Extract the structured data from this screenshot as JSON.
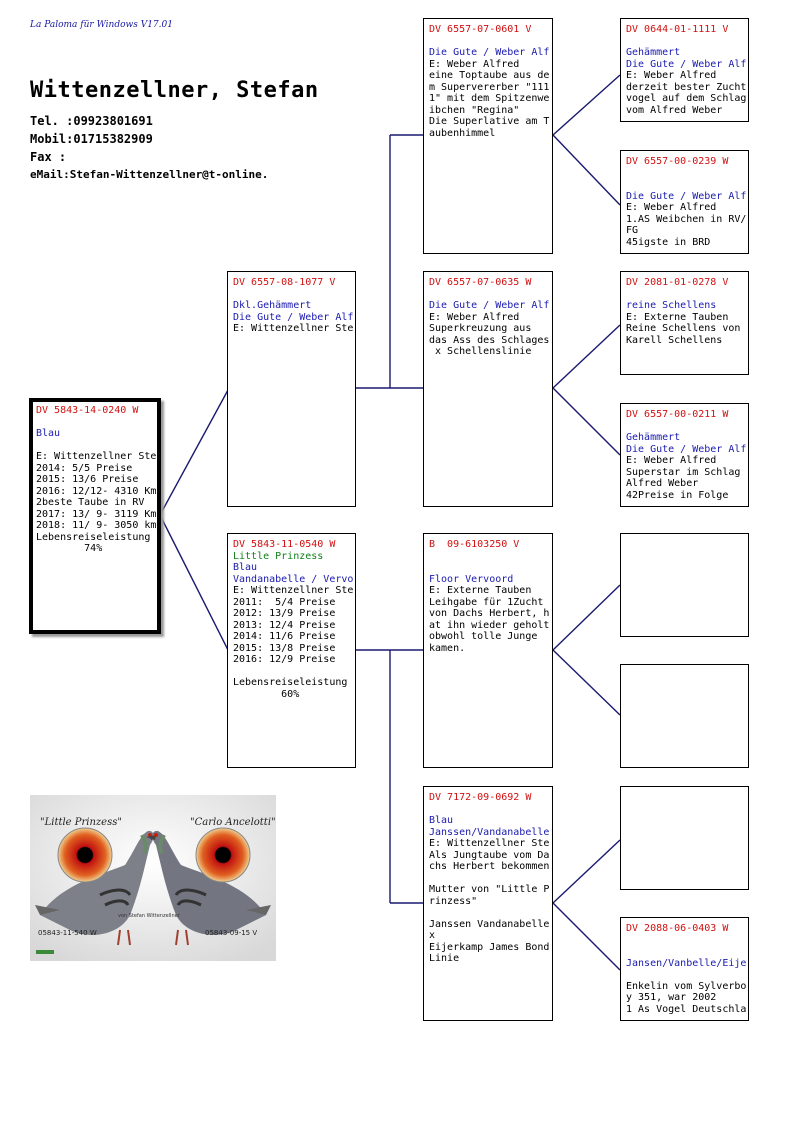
{
  "header": {
    "software": "La Paloma für Windows V17.01",
    "owner": "Wittenzellner, Stefan",
    "tel": "Tel. :09923801691",
    "mobil": "Mobil:01715382909",
    "fax": "Fax  :",
    "email": "eMail:Stefan-Wittenzellner@t-online."
  },
  "pedigree": {
    "subject": [
      {
        "t": "DV 5843-14-0240 W",
        "c": "ring"
      },
      {
        "t": ""
      },
      {
        "t": "Blau",
        "c": "blue"
      },
      {
        "t": ""
      },
      {
        "t": "E: Wittenzellner Ste"
      },
      {
        "t": "2014: 5/5 Preise"
      },
      {
        "t": "2015: 13/6 Preise"
      },
      {
        "t": "2016: 12/12- 4310 Km"
      },
      {
        "t": "2beste Taube in RV"
      },
      {
        "t": "2017: 13/ 9- 3119 Km"
      },
      {
        "t": "2018: 11/ 9- 3050 km"
      },
      {
        "t": "Lebensreiseleistung"
      },
      {
        "t": "        74%"
      }
    ],
    "sire": [
      {
        "t": "DV 6557-08-1077 V",
        "c": "ring"
      },
      {
        "t": ""
      },
      {
        "t": "Dkl.Gehämmert",
        "c": "blue"
      },
      {
        "t": "Die Gute / Weber Alf",
        "c": "blue"
      },
      {
        "t": "E: Wittenzellner Ste"
      }
    ],
    "dam": [
      {
        "t": "DV 5843-11-0540 W",
        "c": "ring"
      },
      {
        "t": "Little Prinzess",
        "c": "green"
      },
      {
        "t": "Blau",
        "c": "blue"
      },
      {
        "t": "Vandanabelle / Vervo",
        "c": "blue"
      },
      {
        "t": "E: Wittenzellner Ste"
      },
      {
        "t": "2011:  5/4 Preise"
      },
      {
        "t": "2012: 13/9 Preise"
      },
      {
        "t": "2013: 12/4 Preise"
      },
      {
        "t": "2014: 11/6 Preise"
      },
      {
        "t": "2015: 13/8 Preise"
      },
      {
        "t": "2016: 12/9 Preise"
      },
      {
        "t": ""
      },
      {
        "t": "Lebensreiseleistung"
      },
      {
        "t": "        60%"
      }
    ],
    "ss": [
      {
        "t": "DV 6557-07-0601 V",
        "c": "ring"
      },
      {
        "t": ""
      },
      {
        "t": "Die Gute / Weber Alf",
        "c": "blue"
      },
      {
        "t": "E: Weber Alfred"
      },
      {
        "t": "eine Toptaube aus de"
      },
      {
        "t": "m Supervererber \"111"
      },
      {
        "t": "1\" mit dem Spitzenwe"
      },
      {
        "t": "ibchen \"Regina\""
      },
      {
        "t": "Die Superlative am T"
      },
      {
        "t": "aubenhimmel"
      }
    ],
    "sd": [
      {
        "t": "DV 6557-07-0635 W",
        "c": "ring"
      },
      {
        "t": ""
      },
      {
        "t": "Die Gute / Weber Alf",
        "c": "blue"
      },
      {
        "t": "E: Weber Alfred"
      },
      {
        "t": "Superkreuzung aus"
      },
      {
        "t": "das Ass des Schlages"
      },
      {
        "t": " x Schellenslinie"
      }
    ],
    "ds": [
      {
        "t": "B  09-6103250 V",
        "c": "ring"
      },
      {
        "t": ""
      },
      {
        "t": ""
      },
      {
        "t": "Floor Vervoord",
        "c": "blue"
      },
      {
        "t": "E: Externe Tauben"
      },
      {
        "t": "Leihgabe für 1Zucht"
      },
      {
        "t": "von Dachs Herbert, h"
      },
      {
        "t": "at ihn wieder geholt"
      },
      {
        "t": "obwohl tolle Junge"
      },
      {
        "t": "kamen."
      }
    ],
    "dd": [
      {
        "t": "DV 7172-09-0692 W",
        "c": "ring"
      },
      {
        "t": ""
      },
      {
        "t": "Blau",
        "c": "blue"
      },
      {
        "t": "Janssen/Vandanabelle",
        "c": "blue"
      },
      {
        "t": "E: Wittenzellner Ste"
      },
      {
        "t": "Als Jungtaube vom Da"
      },
      {
        "t": "chs Herbert bekommen"
      },
      {
        "t": ""
      },
      {
        "t": "Mutter von \"Little P"
      },
      {
        "t": "rinzess\""
      },
      {
        "t": ""
      },
      {
        "t": "Janssen Vandanabelle"
      },
      {
        "t": "x"
      },
      {
        "t": "Eijerkamp James Bond"
      },
      {
        "t": "Linie"
      }
    ],
    "sss": [
      {
        "t": "DV 0644-01-1111 V",
        "c": "ring"
      },
      {
        "t": ""
      },
      {
        "t": "Gehämmert",
        "c": "blue"
      },
      {
        "t": "Die Gute / Weber Alf",
        "c": "blue"
      },
      {
        "t": "E: Weber Alfred"
      },
      {
        "t": "derzeit bester Zucht"
      },
      {
        "t": "vogel auf dem Schlag"
      },
      {
        "t": "vom Alfred Weber"
      }
    ],
    "ssd": [
      {
        "t": "DV 6557-00-0239 W",
        "c": "ring"
      },
      {
        "t": ""
      },
      {
        "t": ""
      },
      {
        "t": "Die Gute / Weber Alf",
        "c": "blue"
      },
      {
        "t": "E: Weber Alfred"
      },
      {
        "t": "1.AS Weibchen in RV/"
      },
      {
        "t": "FG"
      },
      {
        "t": "45igste in BRD"
      }
    ],
    "sds": [
      {
        "t": "DV 2081-01-0278 V",
        "c": "ring"
      },
      {
        "t": ""
      },
      {
        "t": "reine Schellens",
        "c": "blue"
      },
      {
        "t": "E: Externe Tauben"
      },
      {
        "t": "Reine Schellens von"
      },
      {
        "t": "Karell Schellens"
      }
    ],
    "sdd": [
      {
        "t": "DV 6557-00-0211 W",
        "c": "ring"
      },
      {
        "t": ""
      },
      {
        "t": "Gehämmert",
        "c": "blue"
      },
      {
        "t": "Die Gute / Weber Alf",
        "c": "blue"
      },
      {
        "t": "E: Weber Alfred"
      },
      {
        "t": "Superstar im Schlag"
      },
      {
        "t": "Alfred Weber"
      },
      {
        "t": "42Preise in Folge"
      }
    ],
    "dss": [],
    "dsd": [],
    "dds": [],
    "ddd": [
      {
        "t": "DV 2088-06-0403 W",
        "c": "ring"
      },
      {
        "t": ""
      },
      {
        "t": ""
      },
      {
        "t": "Jansen/Vanbelle/Eije",
        "c": "blue"
      },
      {
        "t": ""
      },
      {
        "t": "Enkelin vom Sylverbo"
      },
      {
        "t": "y 351, war 2002"
      },
      {
        "t": "1 As Vogel Deutschla"
      }
    ]
  },
  "photo": {
    "left_name": "\"Little Prinzess\"",
    "right_name": "\"Carlo Ancelotti\"",
    "left_ring": "05843-11-540  W",
    "right_ring": "05843-09-15  V",
    "center_text": "von Stefan Wittenzellner"
  }
}
